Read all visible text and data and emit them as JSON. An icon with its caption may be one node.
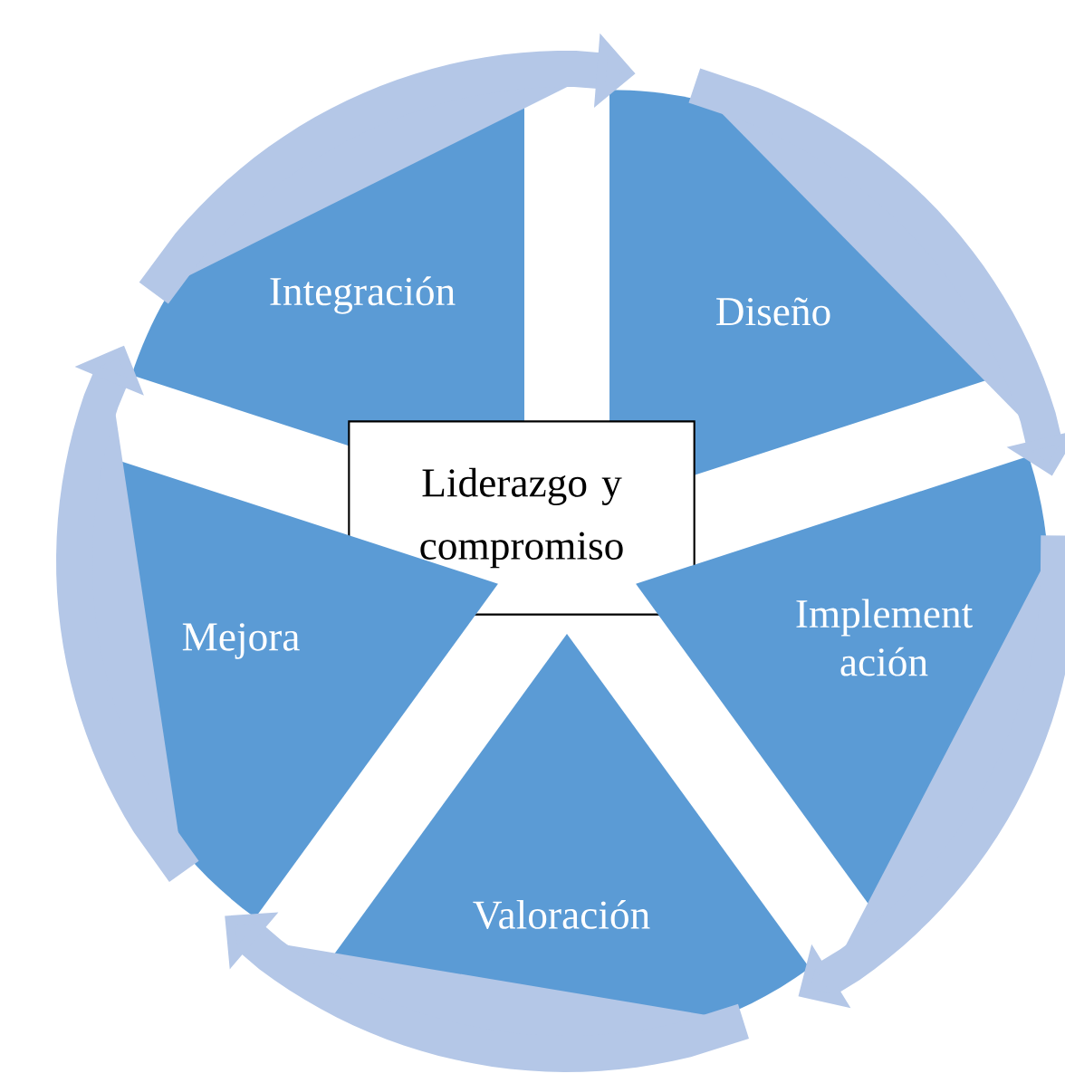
{
  "diagram": {
    "nodes": [
      {
        "text": [
          "Integración"
        ]
      },
      {
        "text": [
          "Diseño"
        ]
      },
      {
        "text": [
          "Liderazgo y compromiso"
        ]
      },
      {
        "text": [
          "Implement ación"
        ]
      },
      {
        "text": [
          "Mejora"
        ]
      },
      {
        "text": [
          "Valoración"
        ]
      }
    ],
    "edges": [
      {
        "from": 0,
        "to": 1,
        "arrow": "to"
      },
      {
        "from": 1,
        "to": 3,
        "arrow": "to"
      },
      {
        "from": 3,
        "to": 5,
        "arrow": "to"
      },
      {
        "from": 5,
        "to": 4,
        "arrow": "to"
      },
      {
        "from": 4,
        "to": 0,
        "arrow": "to"
      }
    ]
  }
}
